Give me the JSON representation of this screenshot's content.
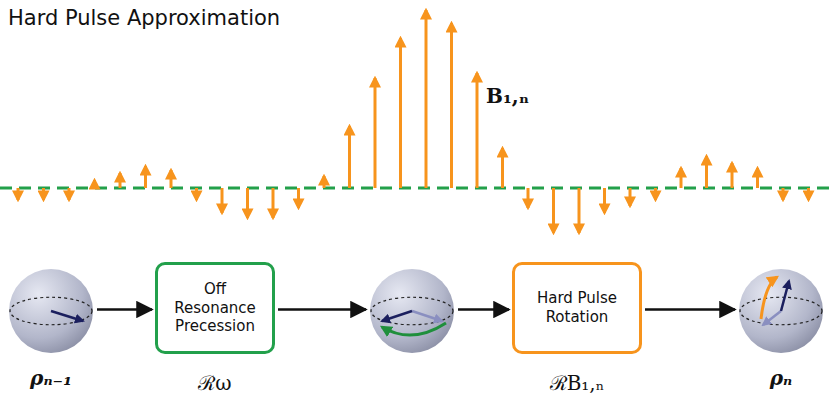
{
  "diagram": {
    "title": "Hard Pulse Approximation",
    "nodes": [
      {
        "text": [
          "ρₙ₋₁"
        ]
      },
      {
        "text": [
          "Off Resonance Precession",
          "ℛω"
        ]
      },
      {
        "text": []
      },
      {
        "text": [
          "Hard Pulse Rotation",
          "ℛB₁,ₙ"
        ]
      },
      {
        "text": [
          "ρₙ"
        ]
      }
    ],
    "edges": [
      {
        "from": 0,
        "to": 1,
        "arrow": "to"
      },
      {
        "from": 1,
        "to": 2,
        "arrow": "to"
      },
      {
        "from": 2,
        "to": 3,
        "arrow": "to"
      },
      {
        "from": 3,
        "to": 4,
        "arrow": "to"
      }
    ],
    "labels": [
      "B₁,ₙ"
    ]
  }
}
